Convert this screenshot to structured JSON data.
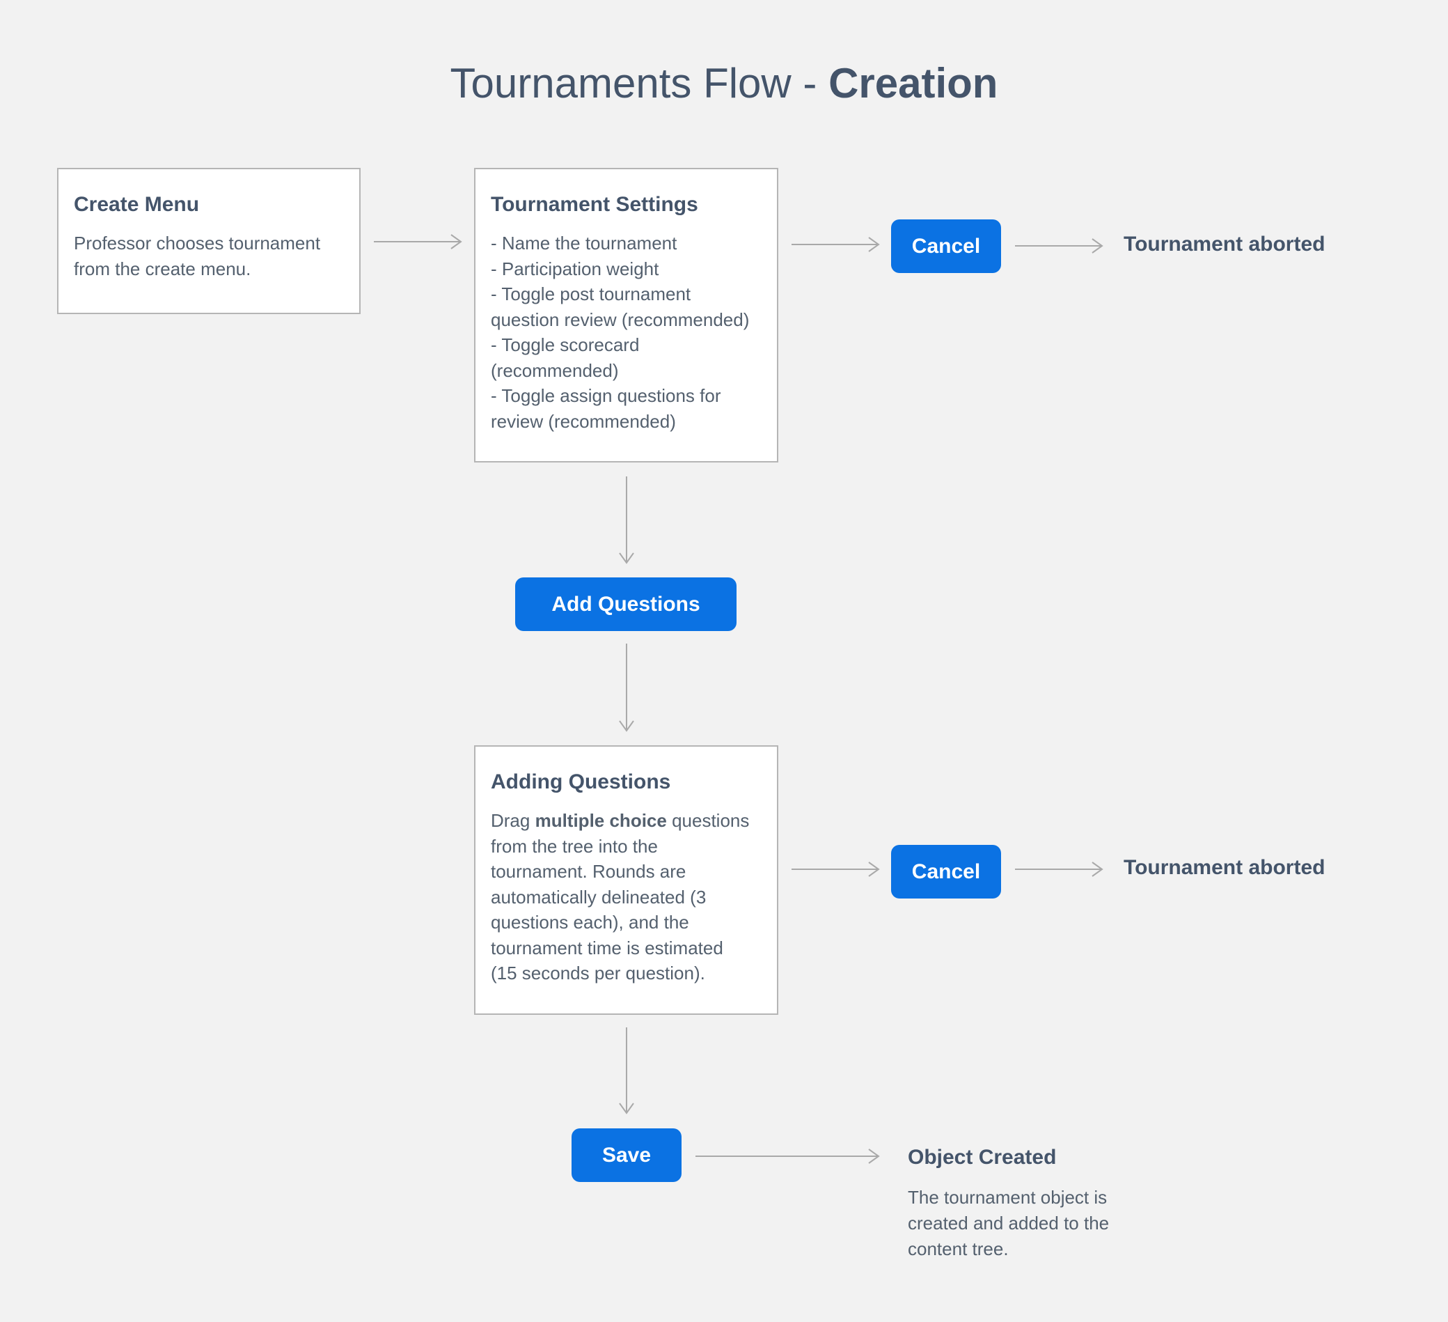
{
  "title": {
    "regular": "Tournaments Flow - ",
    "bold": "Creation"
  },
  "create_menu": {
    "title": "Create Menu",
    "lines": [
      "Professor chooses tournament",
      "from the create menu."
    ]
  },
  "tournament_settings": {
    "title": "Tournament Settings",
    "lines": [
      "- Name the tournament",
      "- Participation weight",
      "- Toggle post tournament",
      "question review (recommended)",
      "- Toggle scorecard",
      "(recommended)",
      "- Toggle assign questions for",
      "review (recommended)"
    ]
  },
  "cancel_top": {
    "label": "Cancel"
  },
  "aborted_top": {
    "label": "Tournament aborted"
  },
  "add_questions_button": {
    "label": "Add Questions"
  },
  "adding_questions": {
    "title": "Adding Questions",
    "first_line": {
      "before": "Drag ",
      "bold": "multiple choice",
      "after": " questions"
    },
    "lines": [
      "from the tree into the",
      "tournament. Rounds are",
      "automatically delineated (3",
      "questions each), and the",
      "tournament time is estimated",
      "(15 seconds per question)."
    ]
  },
  "cancel_bottom": {
    "label": "Cancel"
  },
  "aborted_bottom": {
    "label": "Tournament aborted"
  },
  "save_button": {
    "label": "Save"
  },
  "object_created": {
    "title": "Object Created",
    "lines": [
      "The tournament object is",
      "created and added to the",
      "content tree."
    ]
  }
}
